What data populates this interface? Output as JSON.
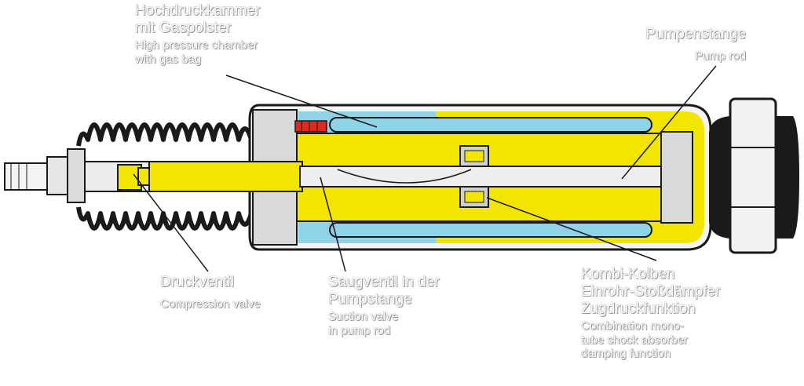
{
  "colors": {
    "oil": "#f2e600",
    "gas": "#8fd3e8",
    "outline": "#1a1a1a",
    "steel": "#e6e6e6",
    "valve_red": "#e0281e",
    "background": "#ffffff"
  },
  "labels": {
    "high_pressure": {
      "de_line1": "Hochdruckkammer",
      "de_line2": "mit Gaspolster",
      "en_line1": "High pressure chamber",
      "en_line2": "with gas bag"
    },
    "pump_rod": {
      "de": "Pumpenstange",
      "en": "Pump rod"
    },
    "discharge_valve": {
      "de": "Druckventil",
      "en": "Compression valve"
    },
    "suction_valve": {
      "de_line1": "Saugventil in der",
      "de_line2": "Pumpstange",
      "en_line1": "Suction valve",
      "en_line2": "in pump rod"
    },
    "damper_piston": {
      "de_line1": "Kombi-Kolben",
      "de_line2": "Einrohr-Stoßdämpfer",
      "de_line3": "Zugdruckfunktion",
      "en_line1": "Combination mono-",
      "en_line2": "tube shock absorber",
      "en_line3": "damping function"
    }
  },
  "icons": [
    "rubber-boot-icon",
    "end-mount-bushing-icon",
    "threaded-rod-end-icon"
  ]
}
